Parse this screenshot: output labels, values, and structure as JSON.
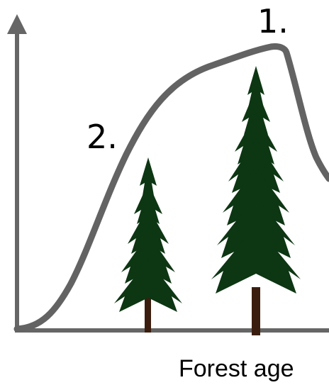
{
  "diagram": {
    "marker_1": "1.",
    "marker_2": "2.",
    "x_axis_label": "Forest age"
  },
  "colors": {
    "axis": "#666666",
    "curve": "#636363",
    "foliage": "#0d3613",
    "trunk": "#3b1d0f"
  },
  "icons": [
    "small-spruce-tree-icon",
    "large-spruce-tree-icon"
  ]
}
